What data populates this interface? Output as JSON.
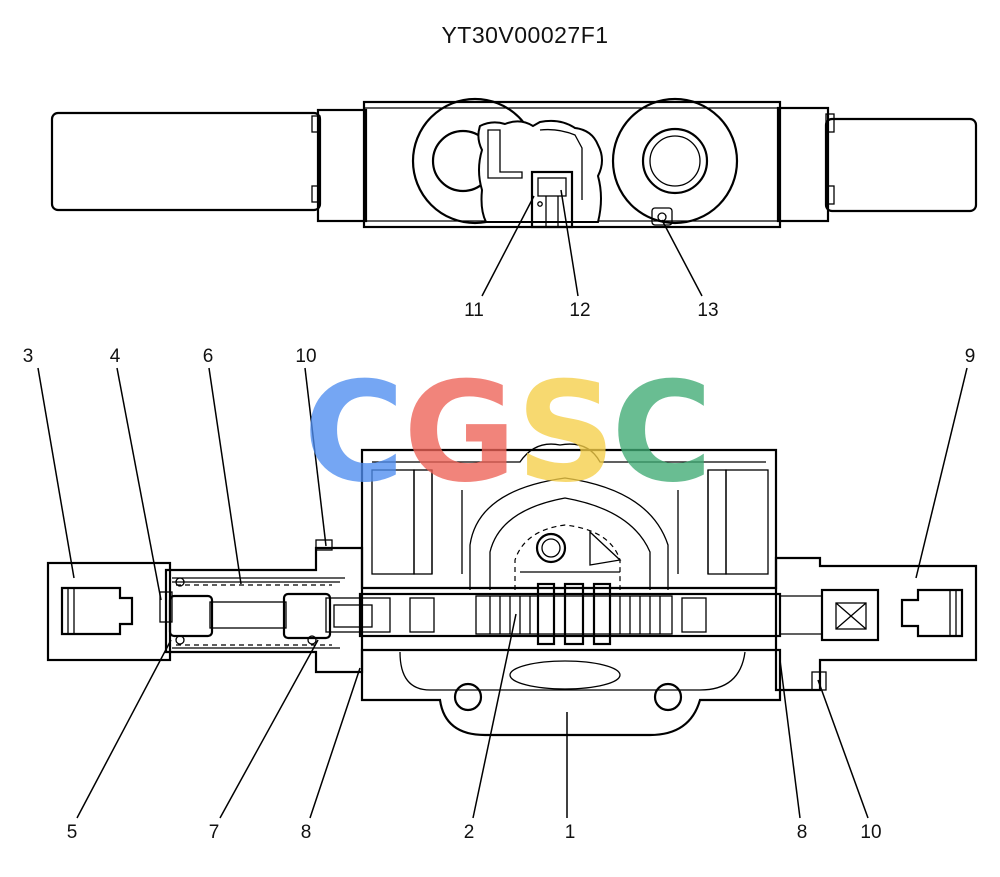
{
  "title": "YT30V00027F1",
  "watermark": {
    "letters": [
      "C",
      "G",
      "S",
      "C"
    ],
    "colors": [
      "#4f8ef0",
      "#ee6257",
      "#f6cf48",
      "#3fab74"
    ]
  },
  "top_view": {
    "callouts": [
      "11",
      "12",
      "13"
    ]
  },
  "section_view": {
    "callouts_top": [
      "3",
      "4",
      "6",
      "10",
      "9"
    ],
    "callouts_bottom": [
      "5",
      "7",
      "8",
      "2",
      "1",
      "8",
      "10"
    ]
  }
}
